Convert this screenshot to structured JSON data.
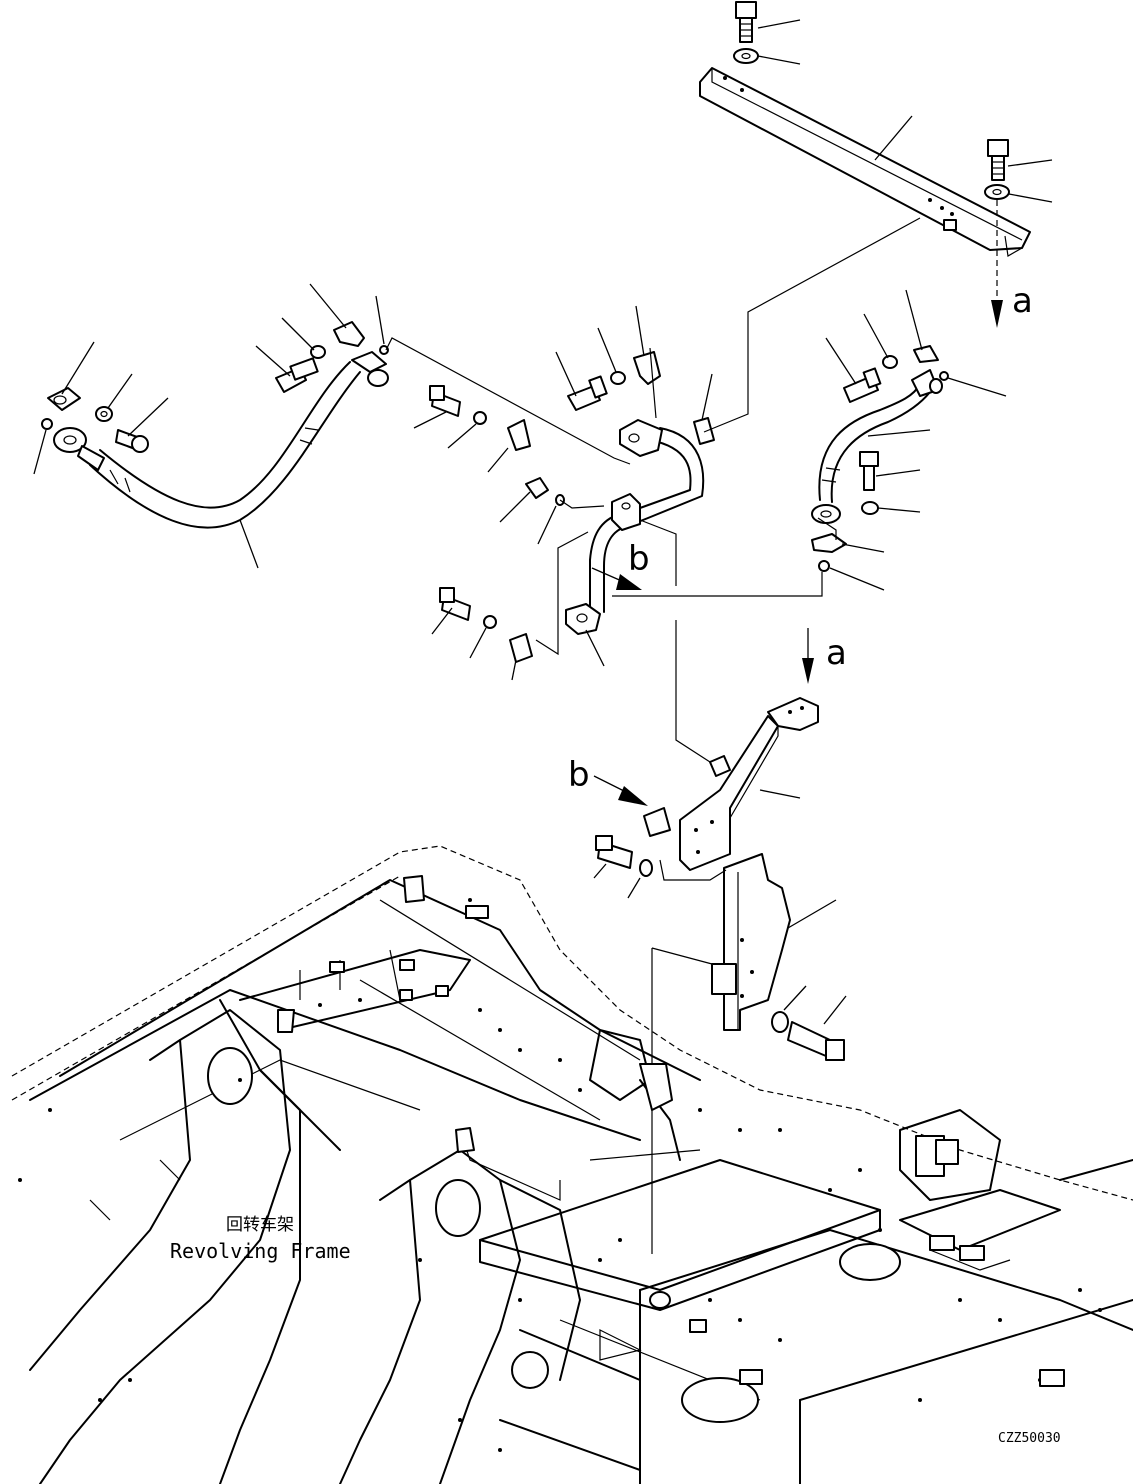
{
  "figure": {
    "frame_label_cn": "回转车架",
    "frame_label_en": "Revolving Frame",
    "drawing_code": "CZZ50030",
    "view_arrow_a_top": "a",
    "view_arrow_a_bottom": "a",
    "view_arrow_b_top": "b",
    "view_arrow_b_bottom": "b"
  },
  "colors": {
    "line": "#000000",
    "background": "#ffffff"
  }
}
